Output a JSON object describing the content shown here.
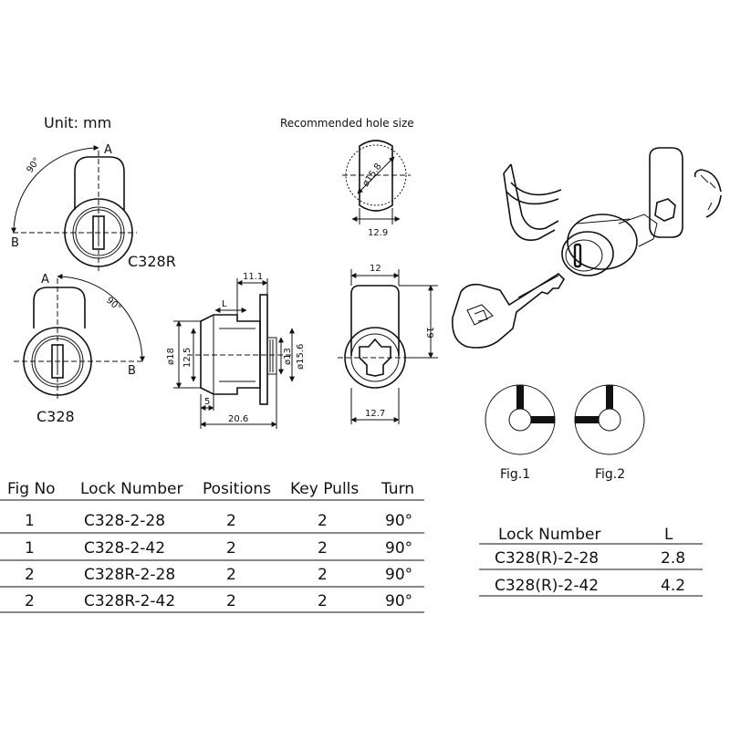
{
  "unit_label": "Unit: mm",
  "hole_title": "Recommended hole size",
  "views": {
    "c328r_label": "C328R",
    "c328_label": "C328",
    "point_a": "A",
    "point_b": "B",
    "angle": "90°"
  },
  "dims": {
    "hole_dia": "ø15.8",
    "hole_width": "12.9",
    "side_top": "11.1",
    "side_l": "L",
    "side_d18": "ø18",
    "side_12_5": "12.5",
    "side_d13": "ø13",
    "side_d15_6": "ø15.6",
    "side_5": "5",
    "side_20_6": "20.6",
    "front_12": "12",
    "front_19": "19",
    "front_12_7": "12.7"
  },
  "figures": {
    "fig1": "Fig.1",
    "fig2": "Fig.2"
  },
  "main_table": {
    "headers": [
      "Fig No",
      "Lock Number",
      "Positions",
      "Key Pulls",
      "Turn"
    ],
    "rows": [
      [
        "1",
        "C328-2-28",
        "2",
        "2",
        "90°"
      ],
      [
        "1",
        "C328-2-42",
        "2",
        "2",
        "90°"
      ],
      [
        "2",
        "C328R-2-28",
        "2",
        "2",
        "90°"
      ],
      [
        "2",
        "C328R-2-42",
        "2",
        "2",
        "90°"
      ]
    ]
  },
  "l_table": {
    "headers": [
      "Lock Number",
      "L"
    ],
    "rows": [
      [
        "C328(R)-2-28",
        "2.8"
      ],
      [
        "C328(R)-2-42",
        "4.2"
      ]
    ]
  }
}
